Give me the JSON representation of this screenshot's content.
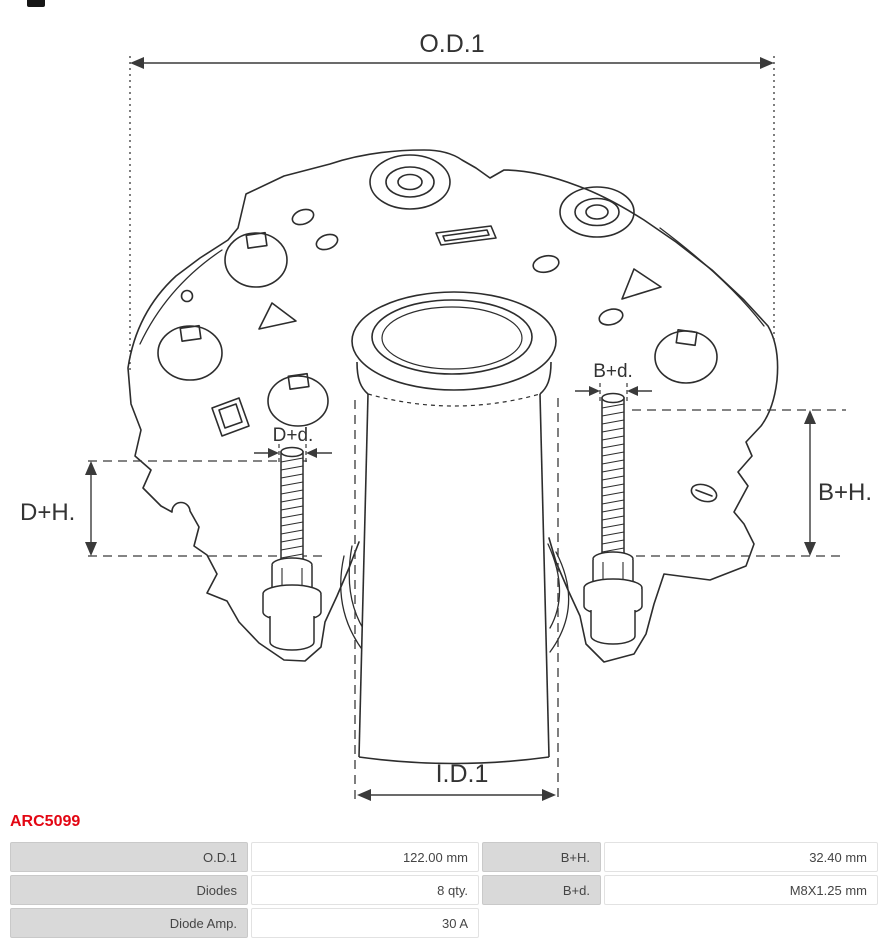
{
  "page": {
    "background": "#ffffff"
  },
  "logo": {
    "name": "partial-brand-logo",
    "color": "#161616"
  },
  "part": {
    "number": "ARC5099",
    "number_color": "#e30613"
  },
  "diagram": {
    "type": "technical-drawing-rectifier",
    "stroke_color": "#2d2d2d",
    "labels": {
      "od1": "O.D.1",
      "id1": "I.D.1",
      "dh": "D+H.",
      "bh": "B+H.",
      "dd": "D+d.",
      "bd": "B+d."
    }
  },
  "spec_table": {
    "label_bg": "#d9d9d9",
    "rows": [
      {
        "c1": "O.D.1",
        "c2": "122.00 mm",
        "c3": "B+H.",
        "c4": "32.40 mm"
      },
      {
        "c1": "Diodes",
        "c2": "8 qty.",
        "c3": "B+d.",
        "c4": "M8X1.25 mm"
      },
      {
        "c1": "Diode Amp.",
        "c2": "30 A",
        "c3": "",
        "c4": ""
      }
    ]
  }
}
